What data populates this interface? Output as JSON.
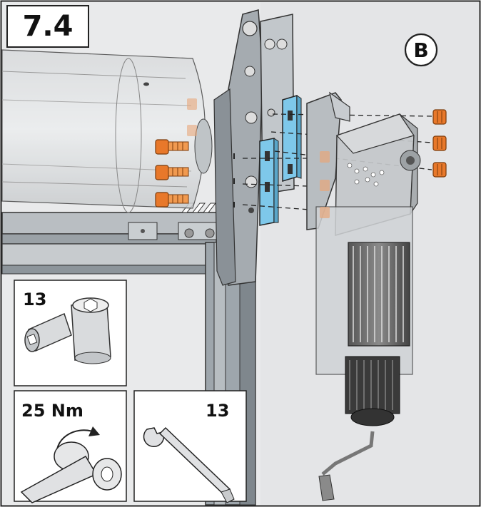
{
  "step": {
    "number": "7.4"
  },
  "view": {
    "marker": "B"
  },
  "tools": {
    "socket_size": "13",
    "torque": "25 Nm",
    "wrench_size": "13"
  },
  "colors": {
    "bolt": "#e8782a",
    "spacer": "#7ec8ea",
    "frame": "#8f9aa3",
    "bracket": "#b3b8bd",
    "panel_grey": "#e2e4e6",
    "motor": "#c3c6c9"
  },
  "icons": [
    "socket-key-icon",
    "torque-wrench-icon",
    "open-end-wrench-icon",
    "bolt-icon",
    "nut-icon",
    "motor-icon"
  ]
}
